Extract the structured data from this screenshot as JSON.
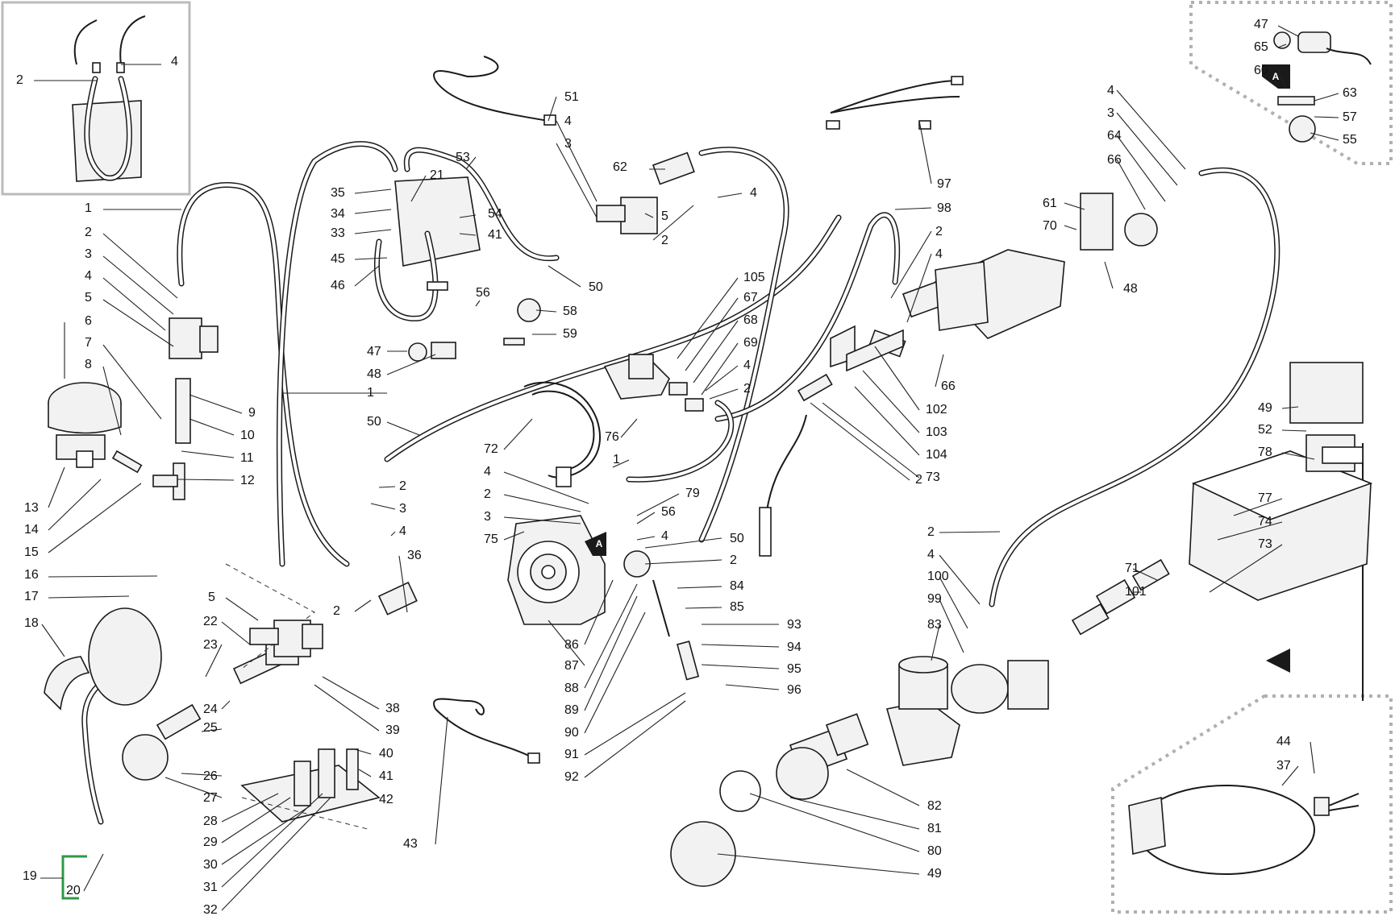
{
  "diagram": {
    "insets": [
      {
        "id": "inset-top-left",
        "style": "solid-grey"
      },
      {
        "id": "inset-top-right",
        "style": "dotted-grey"
      },
      {
        "id": "inset-bottom-right",
        "style": "dotted-grey"
      }
    ],
    "markers": [
      "A",
      "A",
      "A"
    ],
    "labels": [
      "4",
      "2",
      "1",
      "2",
      "3",
      "4",
      "5",
      "6",
      "7",
      "8",
      "9",
      "10",
      "11",
      "12",
      "13",
      "14",
      "15",
      "16",
      "17",
      "18",
      "19",
      "20",
      "22",
      "23",
      "24",
      "25",
      "26",
      "27",
      "28",
      "29",
      "30",
      "31",
      "32",
      "35",
      "34",
      "33",
      "45",
      "46",
      "21",
      "53",
      "54",
      "41",
      "47",
      "48",
      "56",
      "58",
      "59",
      "1",
      "50",
      "51",
      "4",
      "3",
      "62",
      "4",
      "5",
      "2",
      "50",
      "105",
      "67",
      "68",
      "69",
      "4",
      "2",
      "76",
      "72",
      "1",
      "4",
      "2",
      "3",
      "75",
      "79",
      "56",
      "4",
      "50",
      "2",
      "84",
      "85",
      "86",
      "87",
      "88",
      "89",
      "90",
      "91",
      "92",
      "93",
      "94",
      "95",
      "96",
      "2",
      "3",
      "4",
      "36",
      "2",
      "5",
      "38",
      "39",
      "40",
      "41",
      "42",
      "43",
      "97",
      "98",
      "2",
      "4",
      "66",
      "102",
      "103",
      "104",
      "73",
      "2",
      "4",
      "3",
      "64",
      "66",
      "61",
      "70",
      "48",
      "47",
      "65",
      "60",
      "63",
      "57",
      "55",
      "49",
      "52",
      "78",
      "77",
      "74",
      "73",
      "71",
      "101",
      "2",
      "4",
      "100",
      "99",
      "83",
      "82",
      "81",
      "80",
      "49",
      "44",
      "37"
    ]
  },
  "colors": {
    "line": "#1a1a1a",
    "inset_border": "#bbbbbb",
    "bracket": "#2e9a47"
  }
}
